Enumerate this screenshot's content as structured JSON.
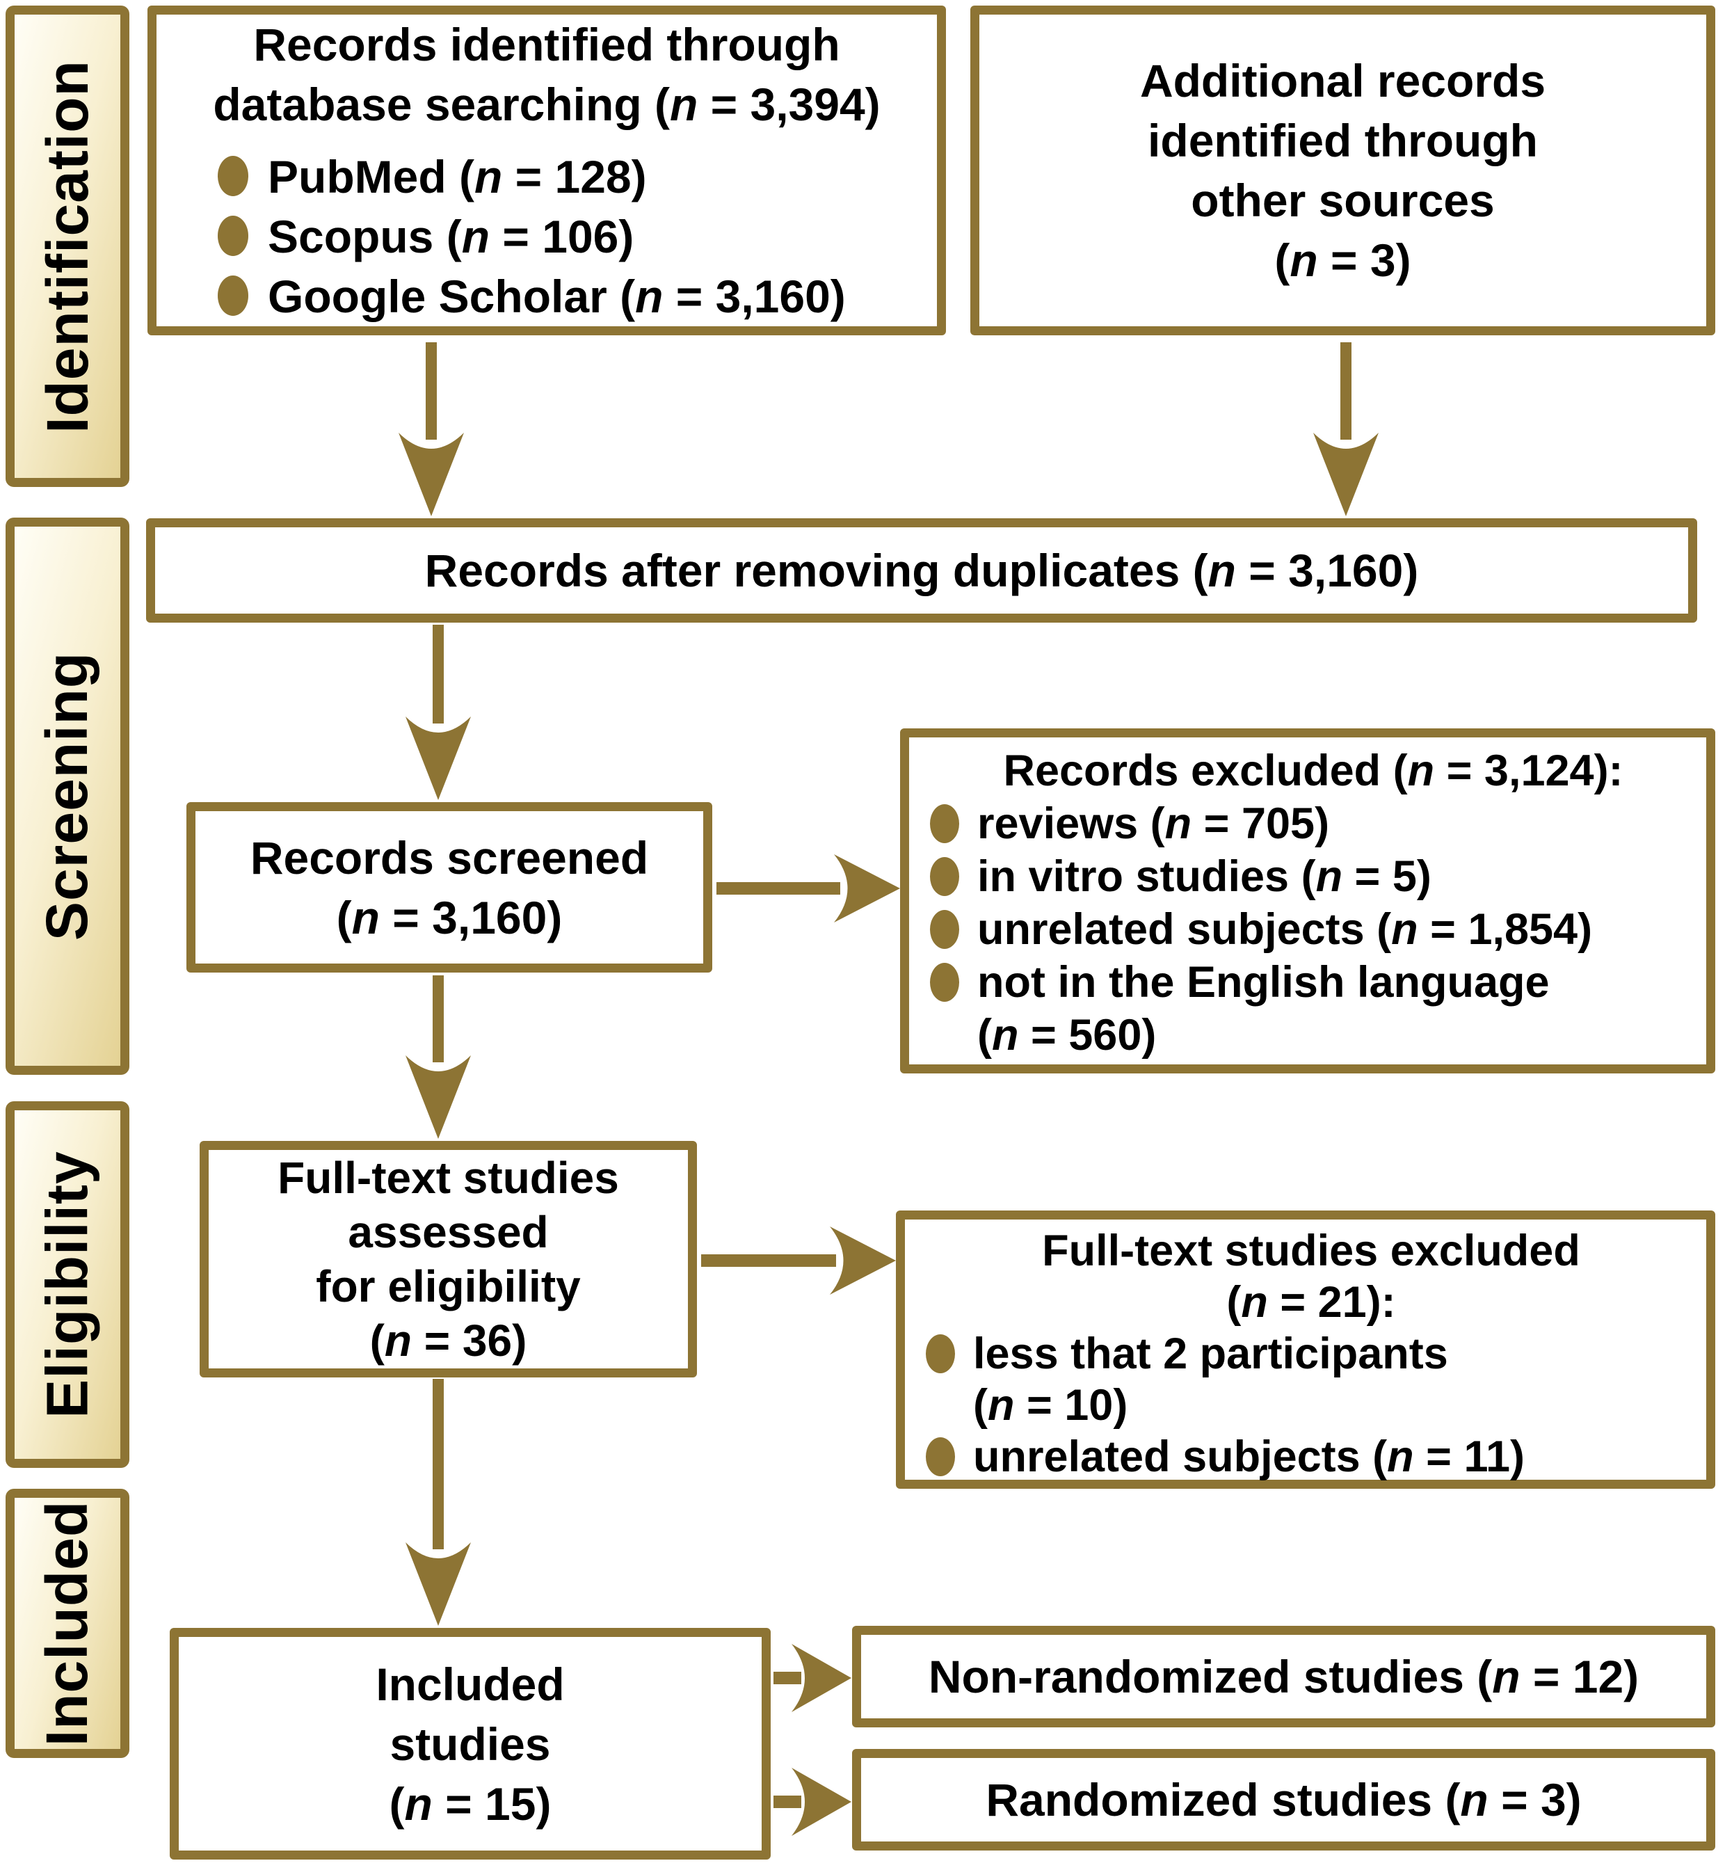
{
  "figure": {
    "type": "prisma-flow-diagram",
    "colors": {
      "accent_border": "#8d7434",
      "arrow": "#8d7434",
      "bullet": "#8d7434",
      "sidebar_gradient_start": "#fffef6",
      "sidebar_gradient_end": "#e4d294",
      "box_background": "#ffffff",
      "text": "#000000"
    }
  },
  "sidebar": [
    {
      "label": "Identification"
    },
    {
      "label": "Screening"
    },
    {
      "label": "Eligibility"
    },
    {
      "label": "Included"
    }
  ],
  "boxes": {
    "records_identified": {
      "title": [
        {
          "t": "Records identified through"
        },
        {
          "br": true
        },
        {
          "t": "database searching ("
        },
        {
          "i": "n"
        },
        {
          "t": " = 3,394)"
        }
      ],
      "bullets": [
        [
          {
            "t": "PubMed ("
          },
          {
            "i": "n"
          },
          {
            "t": " = 128)"
          }
        ],
        [
          {
            "t": "Scopus ("
          },
          {
            "i": "n"
          },
          {
            "t": " = 106)"
          }
        ],
        [
          {
            "t": "Google Scholar ("
          },
          {
            "i": "n"
          },
          {
            "t": " = 3,160)"
          }
        ]
      ]
    },
    "additional_records": {
      "title": [
        {
          "t": "Additional records"
        },
        {
          "br": true
        },
        {
          "t": "identified through"
        },
        {
          "br": true
        },
        {
          "t": "other sources"
        },
        {
          "br": true
        },
        {
          "t": "("
        },
        {
          "i": "n"
        },
        {
          "t": " = 3)"
        }
      ]
    },
    "after_duplicates": {
      "title": [
        {
          "t": "Records after removing duplicates ("
        },
        {
          "i": "n"
        },
        {
          "t": " = 3,160)"
        }
      ]
    },
    "records_screened": {
      "title": [
        {
          "t": "Records screened"
        },
        {
          "br": true
        },
        {
          "t": "("
        },
        {
          "i": "n"
        },
        {
          "t": " = 3,160)"
        }
      ]
    },
    "records_excluded": {
      "title": [
        {
          "t": "Records excluded ("
        },
        {
          "i": "n"
        },
        {
          "t": " = 3,124):"
        }
      ],
      "bullets": [
        [
          {
            "t": "reviews ("
          },
          {
            "i": "n"
          },
          {
            "t": " = 705)"
          }
        ],
        [
          {
            "t": "in vitro studies ("
          },
          {
            "i": "n"
          },
          {
            "t": " = 5)"
          }
        ],
        [
          {
            "t": "unrelated subjects ("
          },
          {
            "i": "n"
          },
          {
            "t": " = 1,854)"
          }
        ],
        [
          {
            "t": "not in the English language"
          },
          {
            "br": true
          },
          {
            "t": "("
          },
          {
            "i": "n"
          },
          {
            "t": " = 560)"
          }
        ]
      ]
    },
    "fulltext_assessed": {
      "title": [
        {
          "t": "Full-text studies"
        },
        {
          "br": true
        },
        {
          "t": "assessed"
        },
        {
          "br": true
        },
        {
          "t": "for eligibility"
        },
        {
          "br": true
        },
        {
          "t": "("
        },
        {
          "i": "n"
        },
        {
          "t": " = 36)"
        }
      ]
    },
    "fulltext_excluded": {
      "title": [
        {
          "t": "Full-text studies excluded"
        },
        {
          "br": true
        },
        {
          "t": "("
        },
        {
          "i": "n"
        },
        {
          "t": " = 21):"
        }
      ],
      "bullets": [
        [
          {
            "t": "less that 2 participants"
          },
          {
            "br": true
          },
          {
            "t": "("
          },
          {
            "i": "n"
          },
          {
            "t": " = 10)"
          }
        ],
        [
          {
            "t": "unrelated subjects ("
          },
          {
            "i": "n"
          },
          {
            "t": " = 11)"
          }
        ]
      ]
    },
    "included_studies": {
      "title": [
        {
          "t": "Included"
        },
        {
          "br": true
        },
        {
          "t": "studies"
        },
        {
          "br": true
        },
        {
          "t": "("
        },
        {
          "i": "n"
        },
        {
          "t": " = 15)"
        }
      ]
    },
    "non_randomized": {
      "title": [
        {
          "t": "Non-randomized studies ("
        },
        {
          "i": "n"
        },
        {
          "t": " = 12)"
        }
      ]
    },
    "randomized": {
      "title": [
        {
          "t": "Randomized studies ("
        },
        {
          "i": "n"
        },
        {
          "t": " = 3)"
        }
      ]
    }
  }
}
